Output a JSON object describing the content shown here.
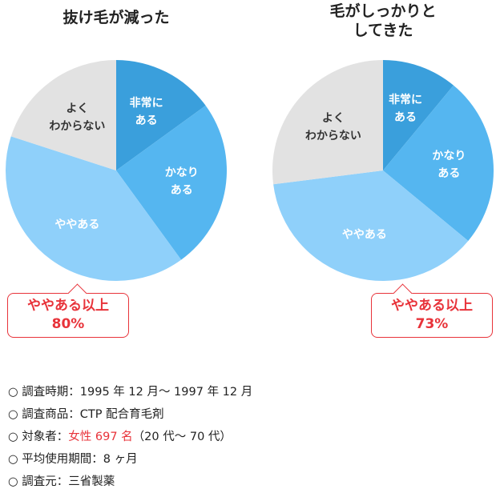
{
  "colors": {
    "slice_dark": "#3a9fdc",
    "slice_mid": "#55b6f0",
    "slice_light": "#8fd0fa",
    "slice_gray": "#e2e2e2",
    "accent_red": "#e8333a"
  },
  "chart_data": [
    {
      "type": "pie",
      "title": "抜け毛が減った",
      "slices": [
        {
          "label_lines": [
            "非常に",
            "ある"
          ],
          "value": 15
        },
        {
          "label_lines": [
            "かなり",
            "ある"
          ],
          "value": 25
        },
        {
          "label_lines": [
            "ややある"
          ],
          "value": 40
        },
        {
          "label_lines": [
            "よく",
            "わからない"
          ],
          "value": 20
        }
      ],
      "callout": {
        "line1": "ややある以上",
        "line2": "80%"
      }
    },
    {
      "type": "pie",
      "title_lines": [
        "毛がしっかりと",
        "してきた"
      ],
      "slices": [
        {
          "label_lines": [
            "非常に",
            "ある"
          ],
          "value": 11
        },
        {
          "label_lines": [
            "かなり",
            "ある"
          ],
          "value": 25
        },
        {
          "label_lines": [
            "ややある"
          ],
          "value": 37
        },
        {
          "label_lines": [
            "よく",
            "わからない"
          ],
          "value": 27
        }
      ],
      "callout": {
        "line1": "ややある以上",
        "line2": "73%"
      }
    }
  ],
  "notes": [
    {
      "bullet": "○",
      "text": "調査時期：1995 年 12 月～ 1997 年 12 月"
    },
    {
      "bullet": "○",
      "text": "調査商品：CTP 配合育毛剤"
    },
    {
      "bullet": "○",
      "prefix": "対象者：",
      "highlight": "女性 697 名",
      "suffix": "（20 代～ 70 代）"
    },
    {
      "bullet": "○",
      "text": "平均使用期間：8 ヶ月"
    },
    {
      "bullet": "○",
      "text": "調査元：三省製薬"
    }
  ]
}
